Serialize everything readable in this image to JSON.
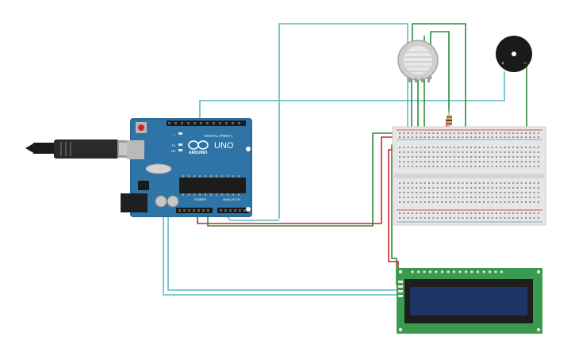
{
  "canvas": {
    "background": "#ffffff"
  },
  "arduino": {
    "brand_label": "ARDUINO",
    "model_label": "UNO",
    "digital_label": "DIGITAL (PWM~)",
    "power_label": "POWER",
    "analog_label": "ANALOG IN",
    "tx_label": "TX",
    "rx_label": "RX",
    "l_label": "L",
    "board_color": "#2b6a99"
  },
  "buzzer": {
    "plus_label": "+",
    "minus_label": "−"
  },
  "lcd": {
    "board_color": "#3a9a4d",
    "screen_color": "#1e3467"
  },
  "wire_colors": {
    "teal": "#5fb8c4",
    "green": "#2e8b3a",
    "red": "#c8262b",
    "black": "#222222"
  }
}
